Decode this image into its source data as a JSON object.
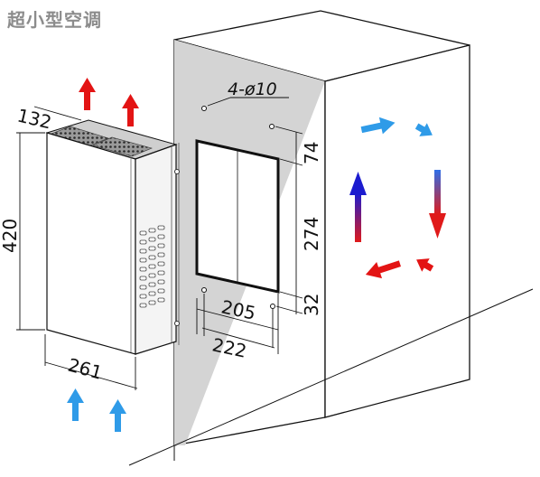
{
  "title": "超小型空调",
  "labels": {
    "depth": "132",
    "height": "420",
    "width": "261",
    "holes": "4-ø10",
    "cut_top": "74",
    "cut_height": "274",
    "cut_bottom": "32",
    "cut_width": "205",
    "hole_pitch": "222"
  },
  "colors": {
    "hot": "#e31414",
    "cold": "#2f9be8",
    "wall": "#d4d4d4"
  }
}
